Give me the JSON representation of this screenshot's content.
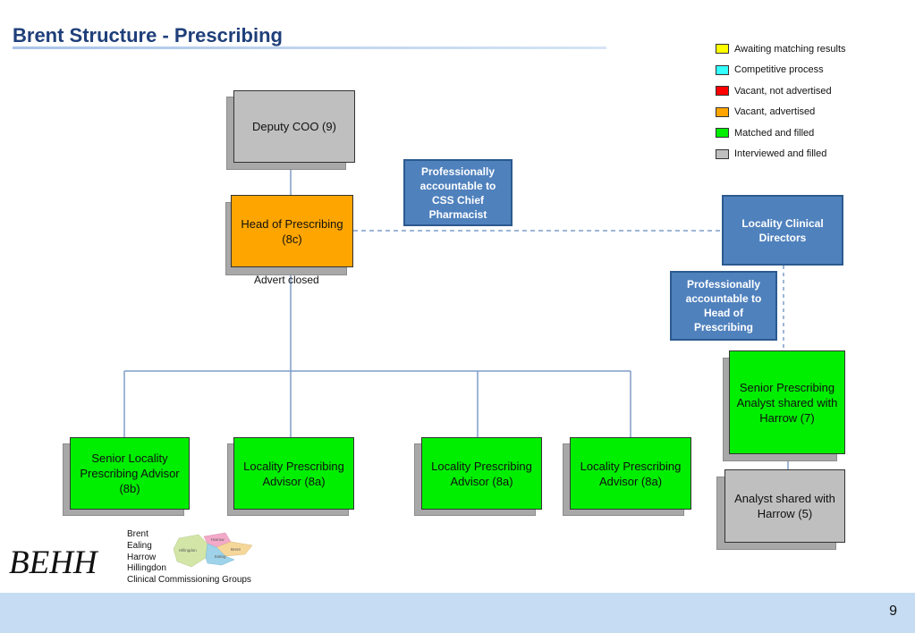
{
  "title": "Brent Structure - Prescribing",
  "legend": [
    {
      "label": "Awaiting matching results",
      "color": "#ffff00"
    },
    {
      "label": "Competitive process",
      "color": "#33ffff"
    },
    {
      "label": "Vacant, not advertised",
      "color": "#ff0000"
    },
    {
      "label": "Vacant, advertised",
      "color": "#ffa500"
    },
    {
      "label": "Matched and filled",
      "color": "#00ee00"
    },
    {
      "label": "Interviewed and filled",
      "color": "#bfbfbf"
    }
  ],
  "nodes": {
    "deputy_coo": "Deputy COO (9)",
    "head_prescribing": "Head of Prescribing (8c)",
    "head_note": "Advert closed",
    "css_note": "Professionally accountable to CSS Chief Pharmacist",
    "locality_directors": "Locality Clinical Directors",
    "head_note_box": "Professionally accountable to Head of Prescribing",
    "senior_analyst": "Senior Prescribing Analyst shared with Harrow (7)",
    "analyst": "Analyst shared with Harrow (5)",
    "senior_locality": "Senior Locality Prescribing Advisor (8b)",
    "locality_1": "Locality Prescribing Advisor (8a)",
    "locality_2": "Locality Prescribing Advisor (8a)",
    "locality_3": "Locality Prescribing Advisor (8a)"
  },
  "colors": {
    "orange": "#ffa500",
    "green": "#00ee00",
    "grey": "#bfbfbf",
    "accent_blue": "#4f81bd"
  },
  "logo": {
    "brand": "BEHH",
    "ccg_lines": [
      "Brent",
      "Ealing",
      "Harrow",
      "Hillingdon",
      "Clinical Commissioning Groups"
    ],
    "map_labels": [
      "Harrow",
      "Brent",
      "Hillingdon",
      "Ealing"
    ]
  },
  "footer": {
    "page_number": "9"
  }
}
